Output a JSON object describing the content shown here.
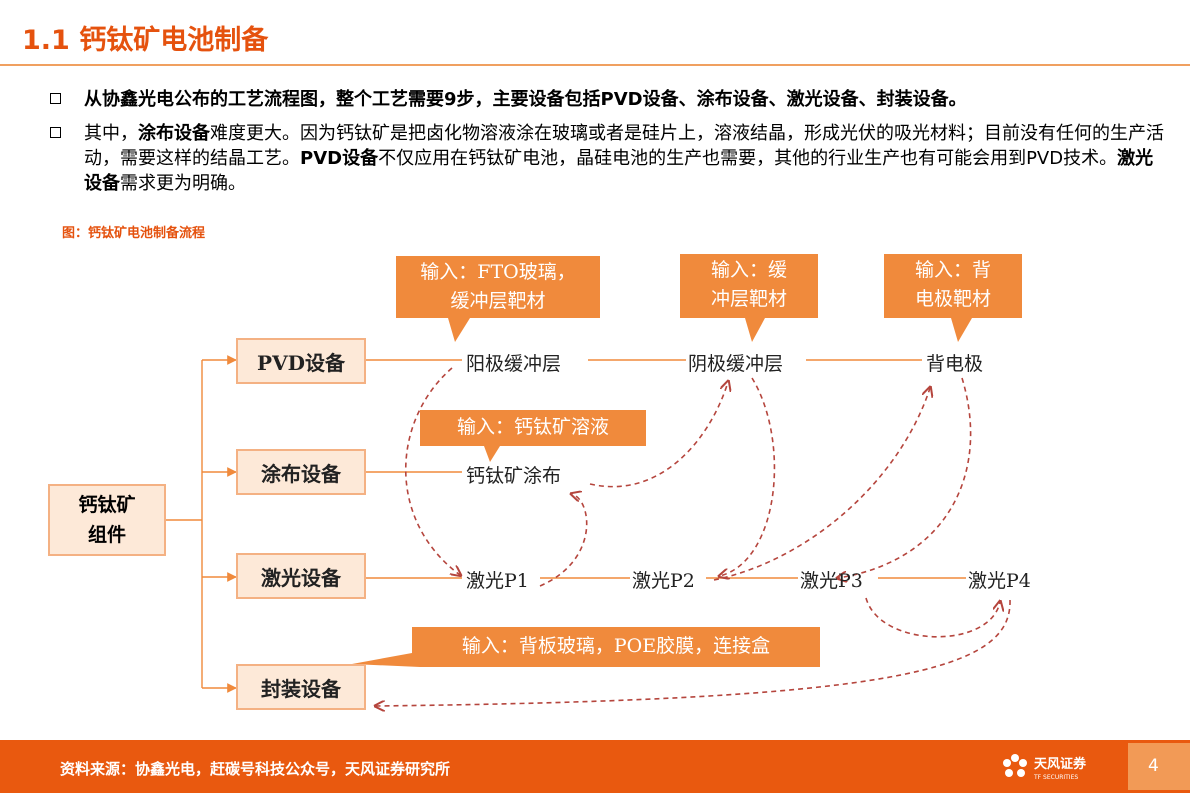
{
  "header": {
    "title": "1.1 钙钛矿电池制备"
  },
  "bullets": {
    "b1": "从协鑫光电公布的工艺流程图，整个工艺需要9步，主要设备包括PVD设备、涂布设备、激光设备、封装设备。",
    "b2_p1": "其中，",
    "b2_k1": "涂布设备",
    "b2_p2": "难度更大。因为钙钛矿是把卤化物溶液涂在玻璃或者是硅片上，溶液结晶，形成光伏的吸光材料；目前没有任何的生产活动，需要这样的结晶工艺。",
    "b2_k2": "PVD设备",
    "b2_p3": "不仅应用在钙钛矿电池，晶硅电池的生产也需要，其他的行业生产也有可能会用到PVD技术。",
    "b2_k3": "激光设备",
    "b2_p4": "需求更为明确。"
  },
  "figure": {
    "caption": "图：钙钛矿电池制备流程",
    "component": {
      "line1": "钙钛矿",
      "line2": "组件"
    },
    "equipment": {
      "pvd": "PVD设备",
      "coating": "涂布设备",
      "laser": "激光设备",
      "packaging": "封装设备"
    },
    "steps": {
      "anode_buffer": "阳极缓冲层",
      "cathode_buffer": "阴极缓冲层",
      "back_electrode": "背电极",
      "perovskite_coating": "钙钛矿涂布",
      "p1": "激光P1",
      "p2": "激光P2",
      "p3": "激光P3",
      "p4": "激光P4"
    },
    "callouts": {
      "c1_l1": "输入：FTO玻璃，",
      "c1_l2": "缓冲层靶材",
      "c2_l1": "输入：缓",
      "c2_l2": "冲层靶材",
      "c3_l1": "输入：背",
      "c3_l2": "电极靶材",
      "c4": "输入：钙钛矿溶液",
      "c5": "输入：背板玻璃，POE胶膜，连接盒"
    },
    "colors": {
      "accent": "#F08A3C",
      "box_fill": "#FDE9D8",
      "box_border": "#F4B183",
      "arrow": "#B5453D"
    }
  },
  "footer": {
    "source": "资料来源：协鑫光电，赶碳号科技公众号，天风证券研究所",
    "logo_text": "天风证券",
    "logo_sub": "TF SECURITIES",
    "page": "4"
  }
}
